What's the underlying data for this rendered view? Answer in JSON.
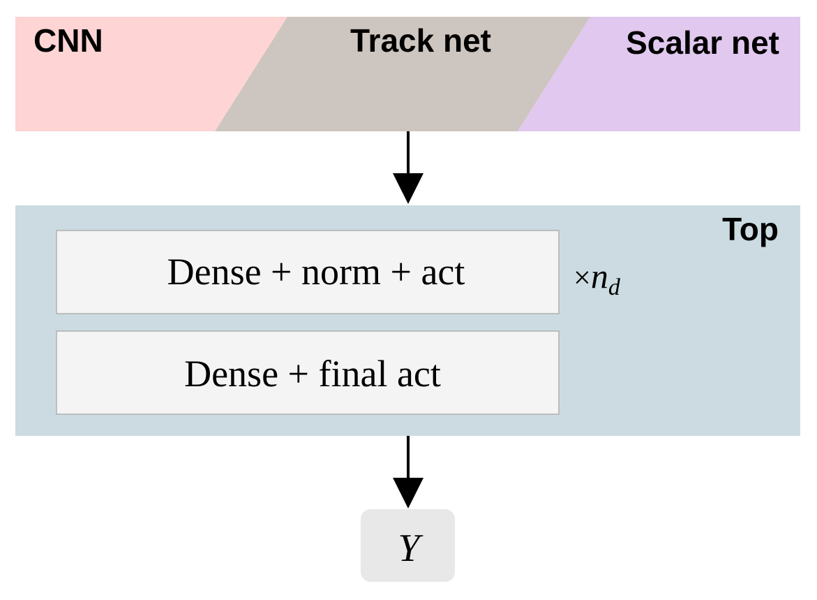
{
  "colors": {
    "cnn": "#ffd4d4",
    "track_net": "#cdc5bf",
    "scalar_net": "#e1c8ee",
    "top": "#cbdbe1",
    "dense_block": "#f4f4f4",
    "dense_border": "#b0b0b0",
    "output_box": "#e8e8e8",
    "arrow": "#000000"
  },
  "inputs": {
    "cnn_label": "CNN",
    "track_label": "Track net",
    "scalar_label": "Scalar net"
  },
  "top": {
    "label": "Top",
    "dense_norm_act": "Dense + norm + act",
    "repeat_times": "×",
    "repeat_var": "n",
    "repeat_sub": "d",
    "dense_final_act": "Dense + final act"
  },
  "output": {
    "label": "Y"
  }
}
